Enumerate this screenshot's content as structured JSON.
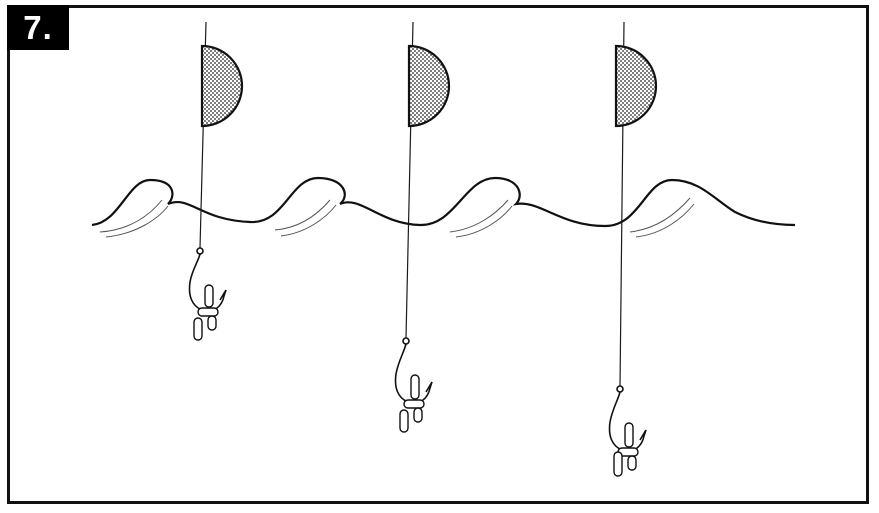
{
  "step": {
    "label": "7."
  },
  "illustration": {
    "rigs": [
      {
        "item": "float"
      },
      {
        "item": "float"
      },
      {
        "item": "float"
      }
    ],
    "colors": {
      "line": "#1a1a1a",
      "float_fill": "#8a8a8a",
      "wave": "#111111"
    }
  }
}
